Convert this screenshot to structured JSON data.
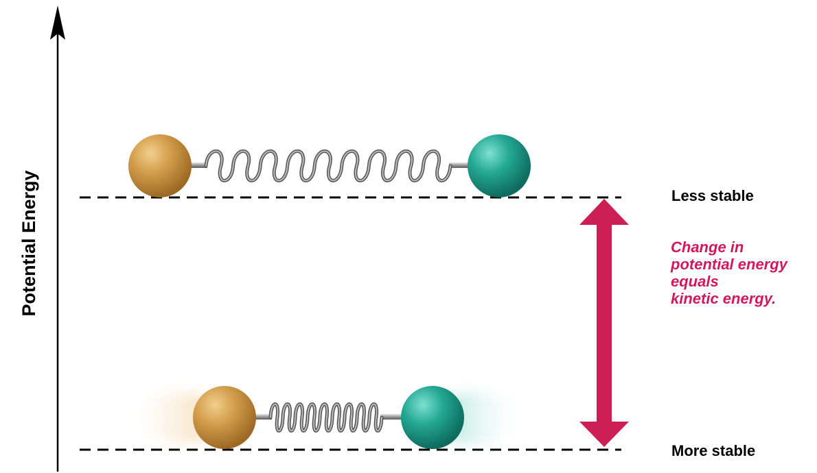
{
  "axis": {
    "label": "Potential Energy"
  },
  "levels": {
    "upper": {
      "label": "Less stable"
    },
    "lower": {
      "label": "More stable"
    }
  },
  "annotation": {
    "lines": [
      "Change in",
      "potential energy",
      "equals",
      "kinetic energy."
    ],
    "color": "#d0195a"
  },
  "colors": {
    "atom_left": "#c98f3e",
    "atom_right": "#1f9e8c",
    "spring": "#6e6e6e",
    "arrow": "#cc1f55",
    "axis": "#000000"
  }
}
